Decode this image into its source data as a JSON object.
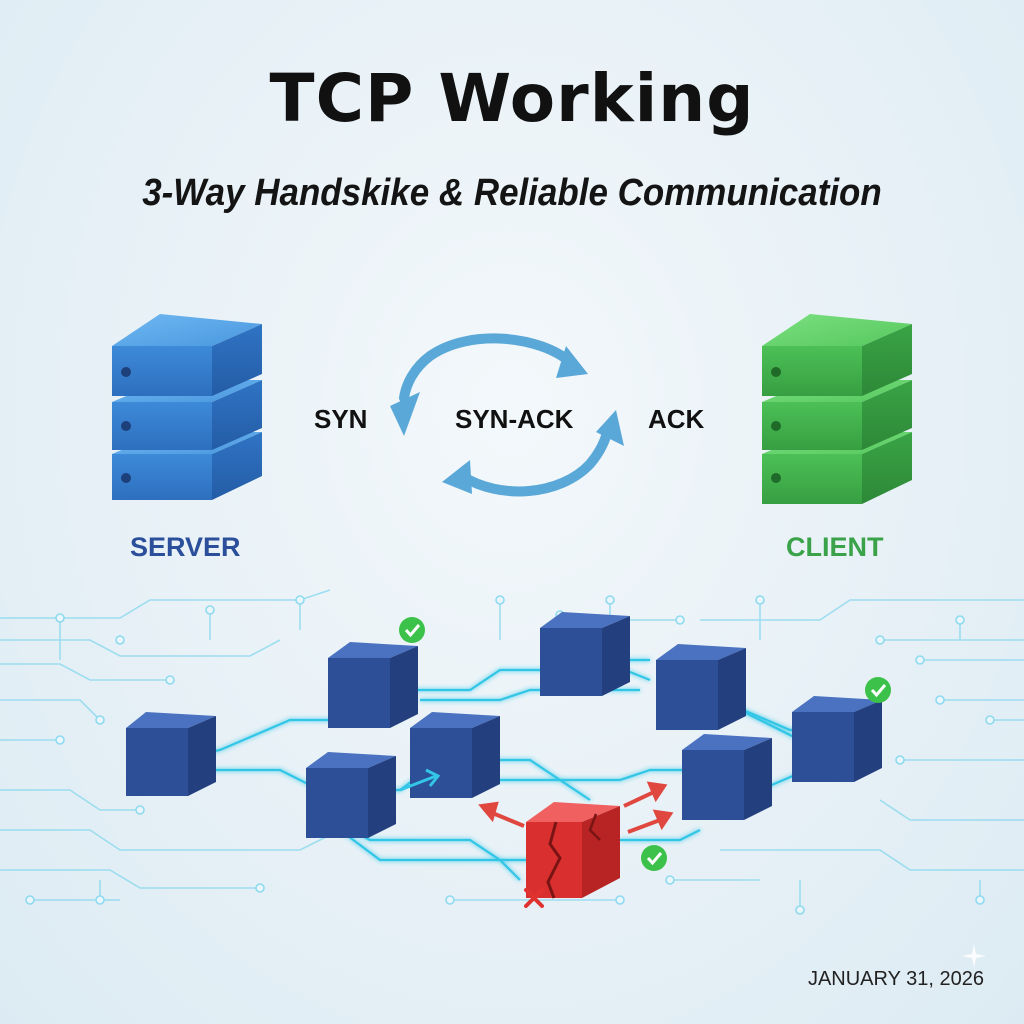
{
  "header": {
    "title": "TCP Working",
    "subtitle": "3-Way Handskike & Reliable Communication"
  },
  "handshake": {
    "syn_label": "SYN",
    "synack_label": "SYN-ACK",
    "ack_label": "ACK"
  },
  "nodes": {
    "server_label": "SERVER",
    "client_label": "CLIENT"
  },
  "footer": {
    "date": "JANUARY 31, 2026"
  },
  "colors": {
    "server": "#3f8fdc",
    "server_label": "#2b4f9a",
    "client": "#4cc45a",
    "client_label": "#3aa349",
    "cycle_arrows": "#5aa8d8",
    "circuit": "#7fd3ea",
    "packet": "#2f5aa8",
    "lost_packet": "#e03a3a",
    "check": "#3cc14a"
  },
  "icons": [
    "server-icon",
    "client-icon",
    "cycle-arrow-icon",
    "check-icon",
    "cross-icon",
    "broken-packet-icon"
  ]
}
